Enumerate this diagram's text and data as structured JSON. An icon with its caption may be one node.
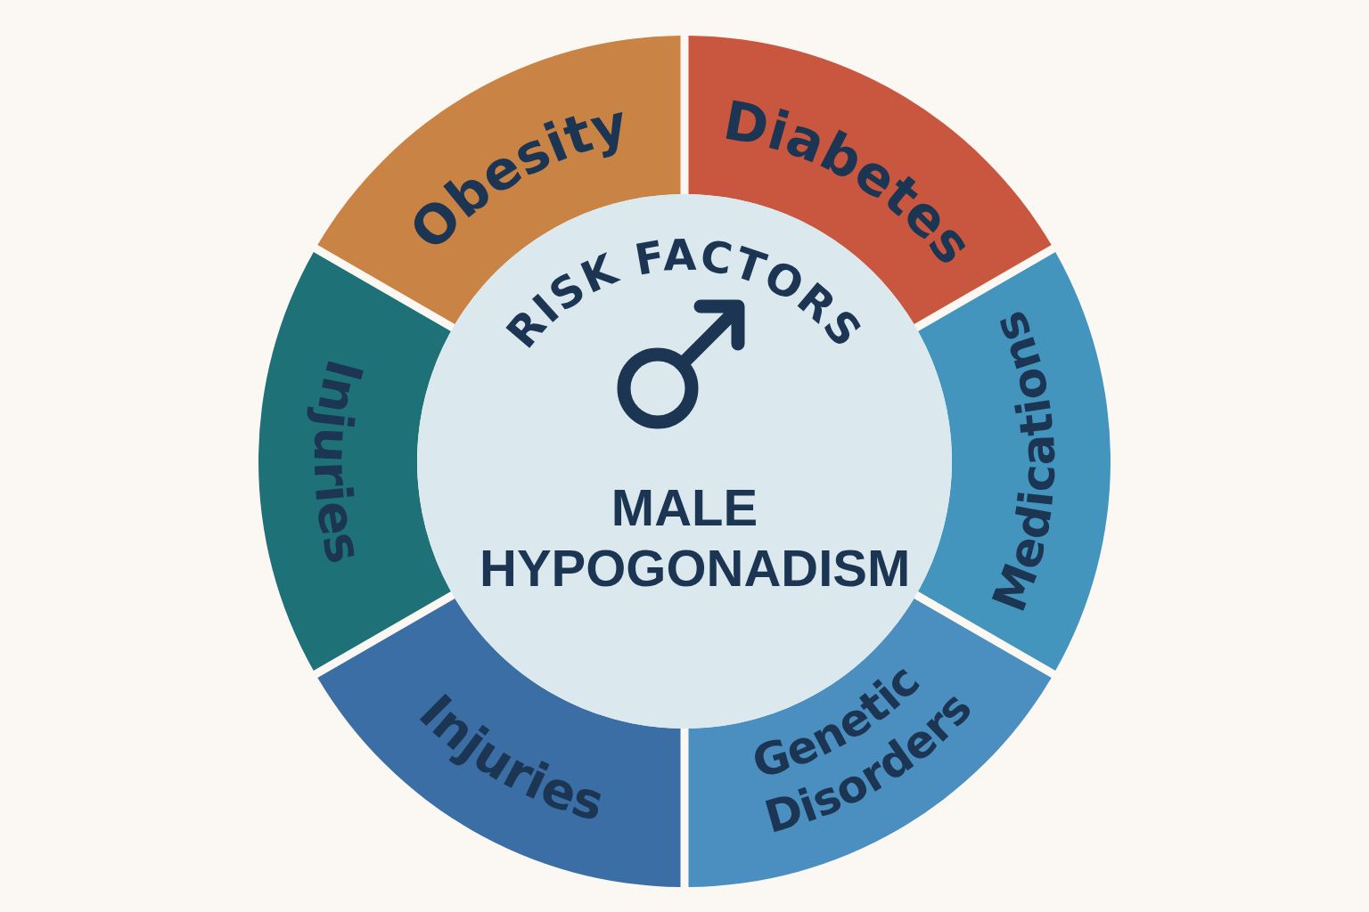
{
  "diagram": {
    "nodes": [
      {
        "text": [
          "RISK FACTORS",
          "MALE HYPOGONADISM"
        ]
      },
      {
        "text": [
          "Obesity"
        ]
      },
      {
        "text": [
          "Diabetes"
        ]
      },
      {
        "text": [
          "Injuries"
        ]
      },
      {
        "text": [
          "Medications"
        ]
      },
      {
        "text": [
          "Injuries"
        ]
      },
      {
        "text": [
          "Genetic Disorders"
        ]
      }
    ],
    "edges": []
  }
}
